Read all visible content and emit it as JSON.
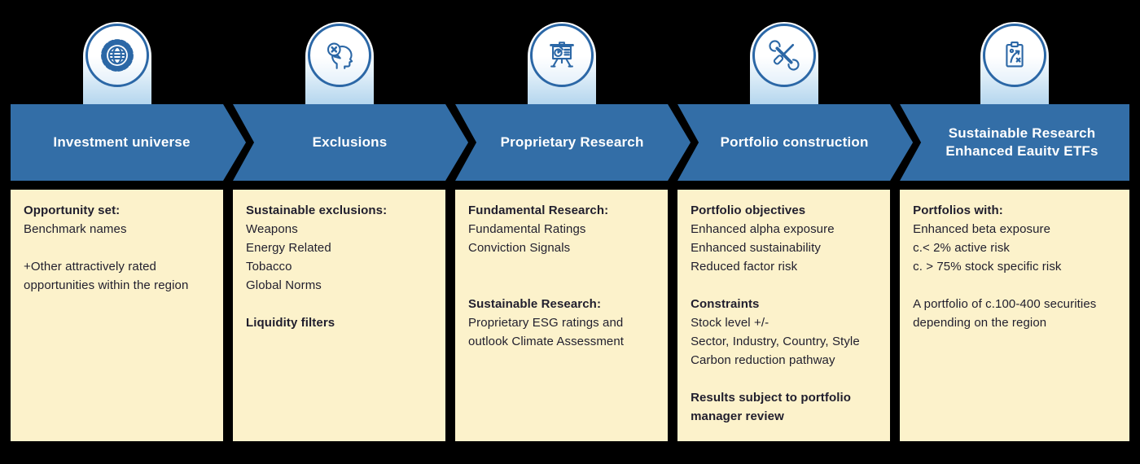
{
  "colors": {
    "banner_blue": "#336EA7",
    "panel_cream": "#FCF2CB",
    "icon_stroke": "#2B67A6",
    "body_text": "#201E2D",
    "banner_text": "#FFFFFF",
    "background": "#000000",
    "tab_gradient_end": "#B5D6EE"
  },
  "stages": [
    {
      "icon": "globe-gear-icon",
      "title": "Investment universe",
      "body": [
        {
          "text": "Opportunity set:",
          "bold": true
        },
        {
          "text": "Benchmark names",
          "bold": false
        },
        {
          "text": "",
          "bold": false
        },
        {
          "text": "+Other attractively rated opportunities within the region",
          "bold": false
        }
      ]
    },
    {
      "icon": "head-exclusion-icon",
      "title": "Exclusions",
      "body": [
        {
          "text": "Sustainable exclusions:",
          "bold": true
        },
        {
          "text": "Weapons",
          "bold": false
        },
        {
          "text": "Energy Related",
          "bold": false
        },
        {
          "text": "Tobacco",
          "bold": false
        },
        {
          "text": "Global Norms",
          "bold": false
        },
        {
          "text": "",
          "bold": false
        },
        {
          "text": "Liquidity filters",
          "bold": true
        }
      ]
    },
    {
      "icon": "presentation-chart-icon",
      "title": "Proprietary Research",
      "body": [
        {
          "text": "Fundamental Research:",
          "bold": true
        },
        {
          "text": "Fundamental Ratings",
          "bold": false
        },
        {
          "text": "Conviction Signals",
          "bold": false
        },
        {
          "text": "",
          "bold": false
        },
        {
          "text": "",
          "bold": false
        },
        {
          "text": "Sustainable Research:",
          "bold": true
        },
        {
          "text": "Proprietary ESG ratings and outlook Climate Assessment",
          "bold": false
        }
      ]
    },
    {
      "icon": "tools-icon",
      "title": "Portfolio construction",
      "body": [
        {
          "text": "Portfolio objectives",
          "bold": true
        },
        {
          "text": "Enhanced alpha exposure",
          "bold": false
        },
        {
          "text": "Enhanced sustainability",
          "bold": false
        },
        {
          "text": "Reduced factor risk",
          "bold": false
        },
        {
          "text": "",
          "bold": false
        },
        {
          "text": "Constraints",
          "bold": true
        },
        {
          "text": "Stock level +/-",
          "bold": false
        },
        {
          "text": "Sector, Industry, Country, Style",
          "bold": false
        },
        {
          "text": "Carbon reduction pathway",
          "bold": false
        },
        {
          "text": "",
          "bold": false
        },
        {
          "text": "Results subject to portfolio manager review",
          "bold": true
        }
      ]
    },
    {
      "icon": "clipboard-strategy-icon",
      "title": "Sustainable Research Enhanced Eauitv ETFs",
      "body": [
        {
          "text": "Portfolios with:",
          "bold": true
        },
        {
          "text": "Enhanced beta exposure",
          "bold": false
        },
        {
          "text": "c.< 2% active risk",
          "bold": false
        },
        {
          "text": "c. > 75% stock specific risk",
          "bold": false
        },
        {
          "text": "",
          "bold": false
        },
        {
          "text": "A portfolio of c.100-400 securities depending on the region",
          "bold": false
        }
      ]
    }
  ]
}
